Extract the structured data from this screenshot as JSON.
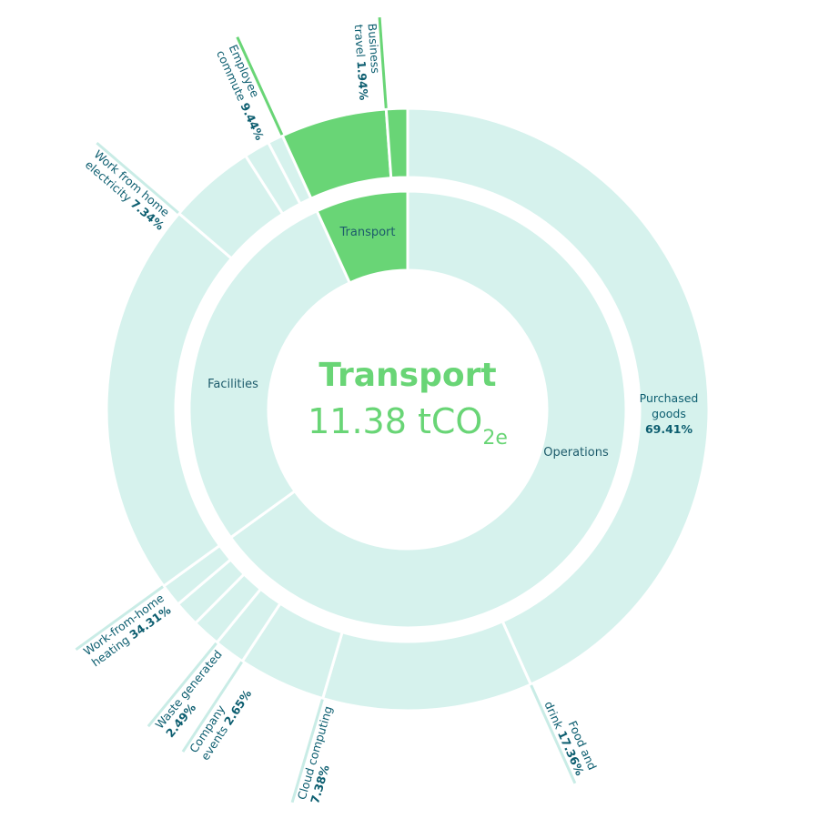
{
  "chart_data": {
    "type": "sunburst",
    "title": "Transport",
    "selected": "Transport",
    "center": {
      "title": "Transport",
      "value": "11.38 tCO",
      "unit_sub": "2e"
    },
    "colors": {
      "base": "#d6f2ed",
      "selected": "#69d576",
      "text": "#0d5e70",
      "leader": "#c9ece6"
    },
    "inner": [
      {
        "name": "Operations",
        "share_pct": 65.03
      },
      {
        "name": "Facilities",
        "share_pct": 28.14
      },
      {
        "name": "Transport",
        "share_pct": 6.86,
        "selected": true
      }
    ],
    "outer": [
      {
        "parent": "Operations",
        "name": "Purchased goods",
        "share_pct": 43.3,
        "label_inside": [
          [
            "Purchased",
            ""
          ],
          [
            "goods",
            ""
          ],
          [
            "",
            "69.41%"
          ]
        ]
      },
      {
        "parent": "Operations",
        "name": "Food and drink",
        "share_pct": 11.25,
        "label": [
          [
            "Food and",
            ""
          ],
          [
            "drink ",
            "17.36%"
          ]
        ]
      },
      {
        "parent": "Operations",
        "name": "Cloud computing",
        "share_pct": 4.7,
        "label": [
          [
            "Cloud computing",
            ""
          ],
          [
            "",
            "7.38%"
          ]
        ]
      },
      {
        "parent": "Operations",
        "name": "Company events",
        "share_pct": 1.67,
        "label": [
          [
            "Company",
            ""
          ],
          [
            "events ",
            "2.65%"
          ]
        ]
      },
      {
        "parent": "Operations",
        "name": "Waste generated",
        "share_pct": 1.53,
        "label": [
          [
            "Waste generated",
            ""
          ],
          [
            "",
            "2.49%"
          ]
        ]
      },
      {
        "parent": "Operations",
        "name": "",
        "share_pct": 1.36
      },
      {
        "parent": "Operations",
        "name": "",
        "share_pct": 1.22
      },
      {
        "parent": "Facilities",
        "name": "Work-from-home heating",
        "share_pct": 21.25,
        "label": [
          [
            "Work-from-home",
            ""
          ],
          [
            "heating ",
            "34.31%"
          ]
        ]
      },
      {
        "parent": "Facilities",
        "name": "Work from home electricity",
        "share_pct": 4.67,
        "label": [
          [
            "Work from home",
            ""
          ],
          [
            "electricity ",
            "7.34%"
          ]
        ]
      },
      {
        "parent": "Facilities",
        "name": "",
        "share_pct": 1.39
      },
      {
        "parent": "Facilities",
        "name": "",
        "share_pct": 0.83
      },
      {
        "parent": "Transport",
        "name": "Employee commute",
        "share_pct": 5.69,
        "selected": true,
        "label": [
          [
            "Employee",
            ""
          ],
          [
            "commute ",
            "9.44%"
          ]
        ]
      },
      {
        "parent": "Transport",
        "name": "Business travel",
        "share_pct": 1.17,
        "selected": true,
        "label": [
          [
            "Business",
            ""
          ],
          [
            "travel ",
            "1.94%"
          ]
        ]
      }
    ]
  }
}
